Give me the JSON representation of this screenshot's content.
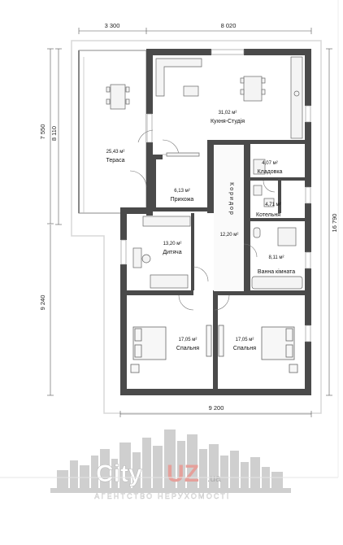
{
  "dimensions": {
    "top_left": "3 300",
    "top_right": "8 020",
    "left_outer": "7 550",
    "left_inner": "8 110",
    "left_bottom": "9 240",
    "right": "16 790",
    "bottom": "9 200"
  },
  "rooms": {
    "terrace": {
      "name": "Тераса",
      "area": "25,43 м²"
    },
    "kitchen": {
      "name": "Кухня-Студія",
      "area": "31,02 м²"
    },
    "storage": {
      "name": "Кладовка",
      "area": "4,07 м²"
    },
    "hallway": {
      "name": "Прихожа",
      "area": "6,13 м²"
    },
    "boiler": {
      "name": "Котельня",
      "area": "4,71 м²"
    },
    "corridor": {
      "name": "Коридор",
      "area": "12,20 м²"
    },
    "bathroom": {
      "name": "Ванна кімната",
      "area": "8,11 м²"
    },
    "children": {
      "name": "Дитяча",
      "area": "13,20 м²"
    },
    "bedroom_left": {
      "name": "Спальня",
      "area": "17,05 м²"
    },
    "bedroom_right": {
      "name": "Спальня",
      "area": "17,05 м²"
    }
  },
  "logo": {
    "name": "City",
    "accent": "UZ",
    "suffix": ".ua",
    "tagline": "АГЕНТСТВО НЕРУХОМОСТІ",
    "accent_color": "#d9261c"
  },
  "colors": {
    "wall": "#4a4a4a",
    "floor_shade": "#f0f0f0"
  }
}
